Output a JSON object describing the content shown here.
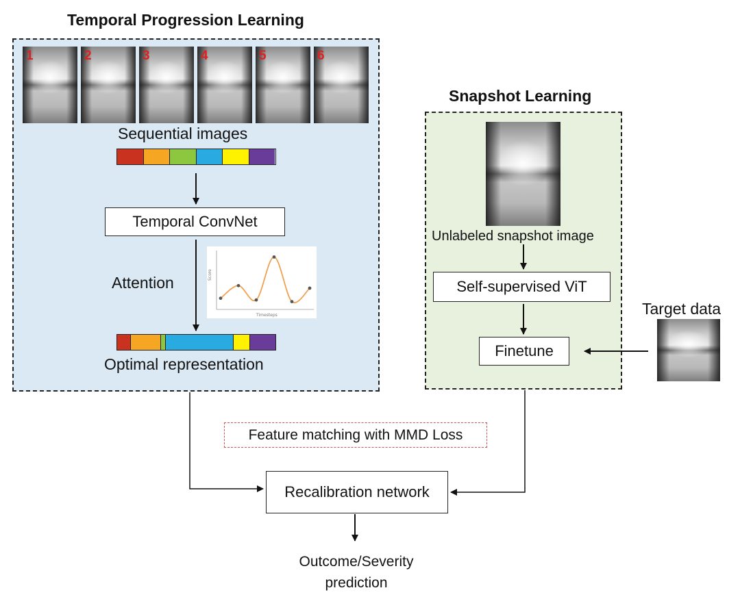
{
  "temporal": {
    "title": "Temporal Progression Learning",
    "frames": [
      "1",
      "2",
      "3",
      "4",
      "5",
      "6"
    ],
    "sequential_label": "Sequential images",
    "convnet_label": "Temporal ConvNet",
    "attention_label": "Attention",
    "optimal_label": "Optimal representation"
  },
  "snapshot": {
    "title": "Snapshot Learning",
    "unlabeled_label": "Unlabeled snapshot image",
    "vit_label": "Self-supervised ViT",
    "finetune_label": "Finetune"
  },
  "target_label": "Target data",
  "mmd_label": "Feature matching with MMD Loss",
  "recalibration_label": "Recalibration network",
  "outcome_label_1": "Outcome/Severity",
  "outcome_label_2": "prediction",
  "colors": {
    "sequence": [
      "#c8321e",
      "#f5a623",
      "#8dc63f",
      "#29abe2",
      "#fff200",
      "#6a3c9a"
    ],
    "left_panel_bg": "#dbe9f4",
    "right_panel_bg": "#e8f0de",
    "mmd_border": "#d05050",
    "curve": "#f0a050"
  },
  "chart_data": {
    "type": "line",
    "x": [
      0,
      1,
      2,
      3,
      4,
      5
    ],
    "y": [
      4.0,
      5.5,
      3.8,
      8.9,
      3.6,
      5.2
    ],
    "xlabel": "Timesteps",
    "ylabel": "Score"
  }
}
